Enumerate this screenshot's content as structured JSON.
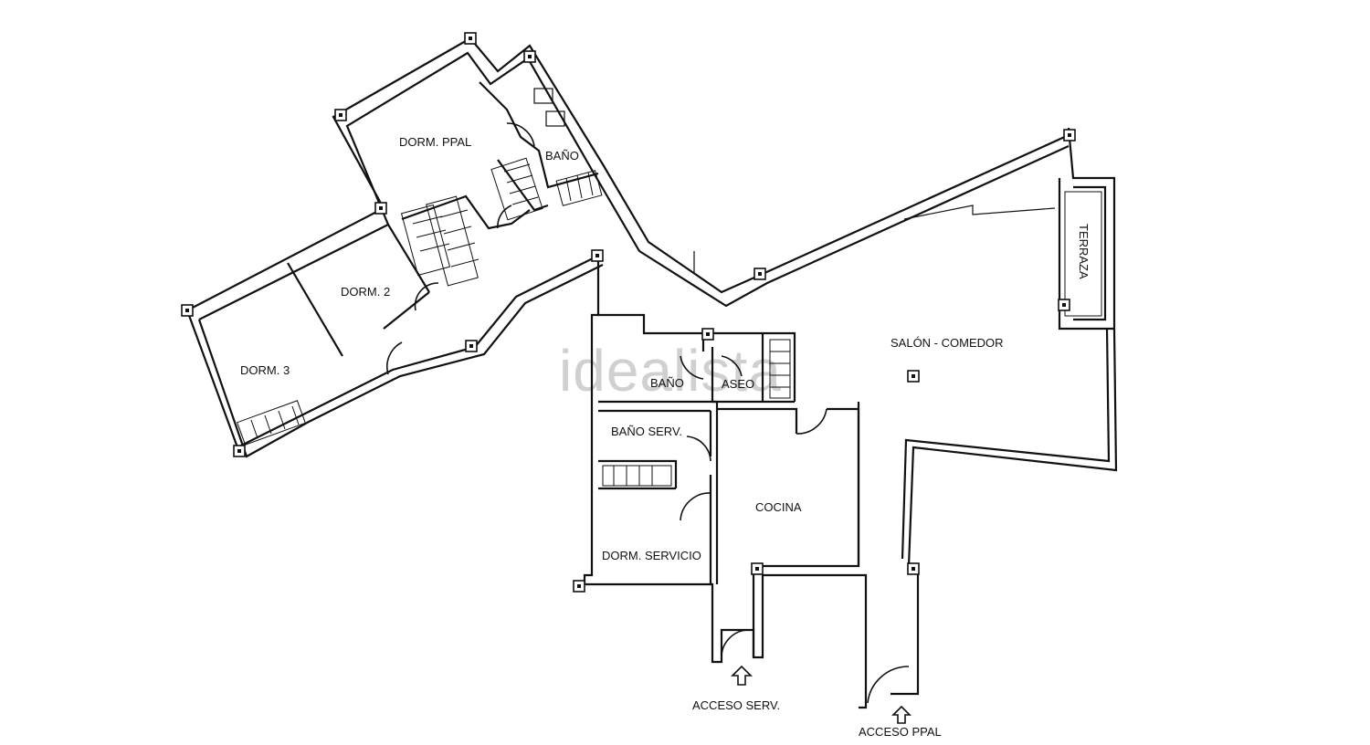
{
  "watermark": "idealista",
  "rooms": {
    "dorm_ppal": "DORM. PPAL",
    "bano_ppal": "BAÑO",
    "dorm_2": "DORM. 2",
    "dorm_3": "DORM. 3",
    "terraza": "TERRAZA",
    "salon_comedor": "SALÓN - COMEDOR",
    "bano": "BAÑO",
    "aseo": "ASEO",
    "bano_serv": "BAÑO SERV.",
    "cocina": "COCINA",
    "dorm_servicio": "DORM. SERVICIO"
  },
  "access": {
    "servicio": "ACCESO SERV.",
    "principal": "ACCESO PPAL"
  }
}
